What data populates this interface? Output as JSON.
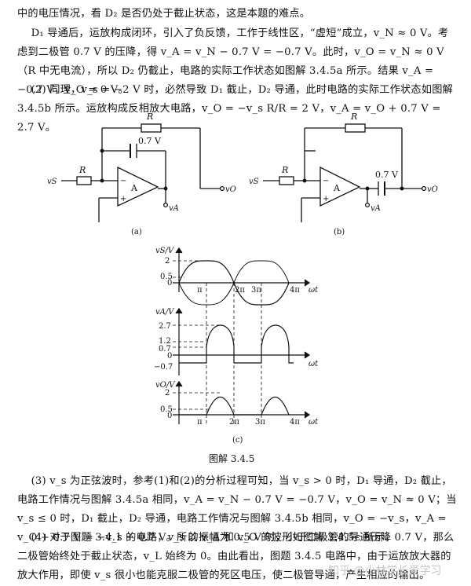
{
  "text": {
    "p1": "中的电压情况，看 D₂ 是否仍处于截止状态，这是本题的难点。",
    "p2": "    D₁ 导通后，运放构成闭环，引入了负反馈，工作于线性区，“虚短”成立，v_N ≈ 0 V。考虑到二极管 0.7 V 的压降，得 v_A = v_N − 0.7 V = −0.7 V。此时，v_O = v_N ≈ 0 V（R 中无电流），所以 D₂ 仍截止，电路的实际工作状态如图解 3.4.5a 所示。结果 v_A = −0.7 V，v_O = 0 V。",
    "p3": "    (2) 同理，v_s = −2 V 时，必然导致 D₁ 截止，D₂ 导通，此时电路的实际工作状态如图解 3.4.5b 所示。运放构成反相放大电路，v_O = −v_s R/R = 2 V，v_A = v_O + 0.7 V = 2.7 V。",
    "p4": "    (3) v_s 为正弦波时，参考(1)和(2)的分析过程可知，当 v_s > 0 时，D₁ 导通，D₂ 截止，电路工作情况与图解 3.4.5a 相同，v_A = v_N − 0.7 V = −0.7 V，v_O = v_N ≈ 0 V；当 v_s ≤ 0 时，D₁ 截止，D₂ 导通，电路工作情况与图解 3.4.5b 相同，v_O = −v_s，v_A = v_O + 0.7 V = −v_s + 0.7 V。所以 v_A 和 v_O 的波形如图解 3.4.5c 所示。",
    "p5": "    (4) 对于图题 3.4.1 的电路，v_s 的振幅为 0.5 V 时，小于二极管的导通压降 0.7 V，那么二极管始终处于截止状态，v_L 始终为 0。由此看出，图题 3.4.5 电路中，由于运放放大器的放大作用，即使 v_s 很小也能克服二极管的死区电压，使二极管导通，产生相应的输出。"
  },
  "circuit_a": {
    "r_top": "R",
    "r_in": "R",
    "diode": "0.7 V",
    "amp": "A",
    "minus": "−",
    "plus": "+",
    "vs": "vS",
    "vo": "vO",
    "va": "vA",
    "label": "(a)"
  },
  "circuit_b": {
    "r_top": "R",
    "r_in": "R",
    "diode": "0.7 V",
    "amp": "A",
    "minus": "−",
    "plus": "+",
    "vs": "vS",
    "vo": "vO",
    "va": "vA",
    "label": "(b)"
  },
  "waves": {
    "vs_axis": "vS/V",
    "va_axis": "vA/V",
    "vo_axis": "vO/V",
    "wt": "ωt",
    "vs_ticks": [
      "2",
      "0.5",
      "0"
    ],
    "va_ticks": [
      "2.7",
      "1.2",
      "0.7",
      "0",
      "−0.7"
    ],
    "vo_ticks": [
      "2",
      "0.5",
      "0"
    ],
    "x_ticks": [
      "π",
      "2π",
      "3π",
      "4π"
    ],
    "label": "(c)"
  },
  "caption": "图解 3.4.5",
  "watermark": "知乎 @小林学长爱学习"
}
